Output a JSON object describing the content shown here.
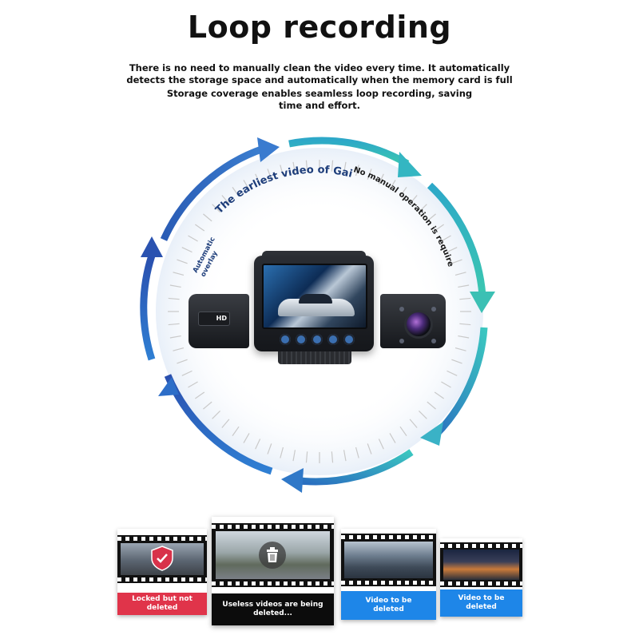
{
  "title": "Loop recording",
  "description_1": "There is no need to manually clean the video every time. It automatically detects the storage space and automatically when the memory card is full",
  "description_2": "Storage coverage enables seamless loop recording, saving time and effort.",
  "cycle": {
    "label_earliest": "The earliest video of Gai",
    "label_no_manual": "No manual operation is required.",
    "label_overlay_1": "Automatic",
    "label_overlay_2": "overlay",
    "colors": {
      "blue": "#2a5fb8",
      "teal": "#2fb9b3"
    }
  },
  "device": {
    "side_label": "HD"
  },
  "cards": [
    {
      "label": "Locked but not deleted",
      "color": "#e0344a",
      "icon": "shield-lock-icon"
    },
    {
      "label": "Useless videos are being deleted...",
      "color": "#0c0c0c",
      "icon": "trash-icon"
    },
    {
      "label": "Video to be deleted",
      "color": "#1e86e8"
    },
    {
      "label": "Video to be deleted",
      "color": "#1e86e8"
    }
  ]
}
